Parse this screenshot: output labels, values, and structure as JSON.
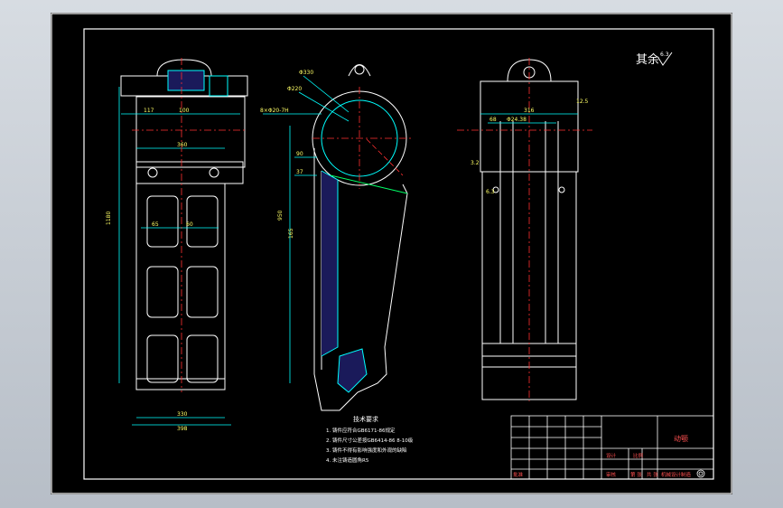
{
  "surface_note": "其余",
  "surface_value": "6.3",
  "tech_requirements": {
    "title": "技术要求",
    "items": [
      "1. 铸件应符合GB6171-86规定",
      "2. 铸件尺寸公差按GB6414-86 8-10级",
      "3. 铸件不得有影响强度和外观的缺陷",
      "4. 未注铸造圆角R5"
    ]
  },
  "title_block": {
    "part_name": "动颚",
    "scale_label": "比例",
    "sheet_label": "第 张",
    "material_label": "共 张",
    "design_label": "设计",
    "check_label": "审核",
    "approve_label": "批准",
    "school": "机械设计制造"
  },
  "dimensions": {
    "front_top_left": "117",
    "front_top_right": "100",
    "front_mid_width": "360",
    "front_height": "1180",
    "front_bottom_inner": "330",
    "front_bottom_outer": "398",
    "front_cell_1": "65",
    "front_cell_2": "60",
    "side_dia_1": "Φ330",
    "side_dia_2": "Φ220",
    "side_hole": "8×Φ20-7H",
    "side_height": "950",
    "side_dim_1": "90",
    "side_dim_2": "37",
    "side_dim_3": "165",
    "right_width": "316",
    "right_inner_1": "68",
    "right_inner_2": "Φ24.38",
    "roughness_a": "12.5",
    "roughness_b": "3.2",
    "roughness_c": "6.3"
  }
}
